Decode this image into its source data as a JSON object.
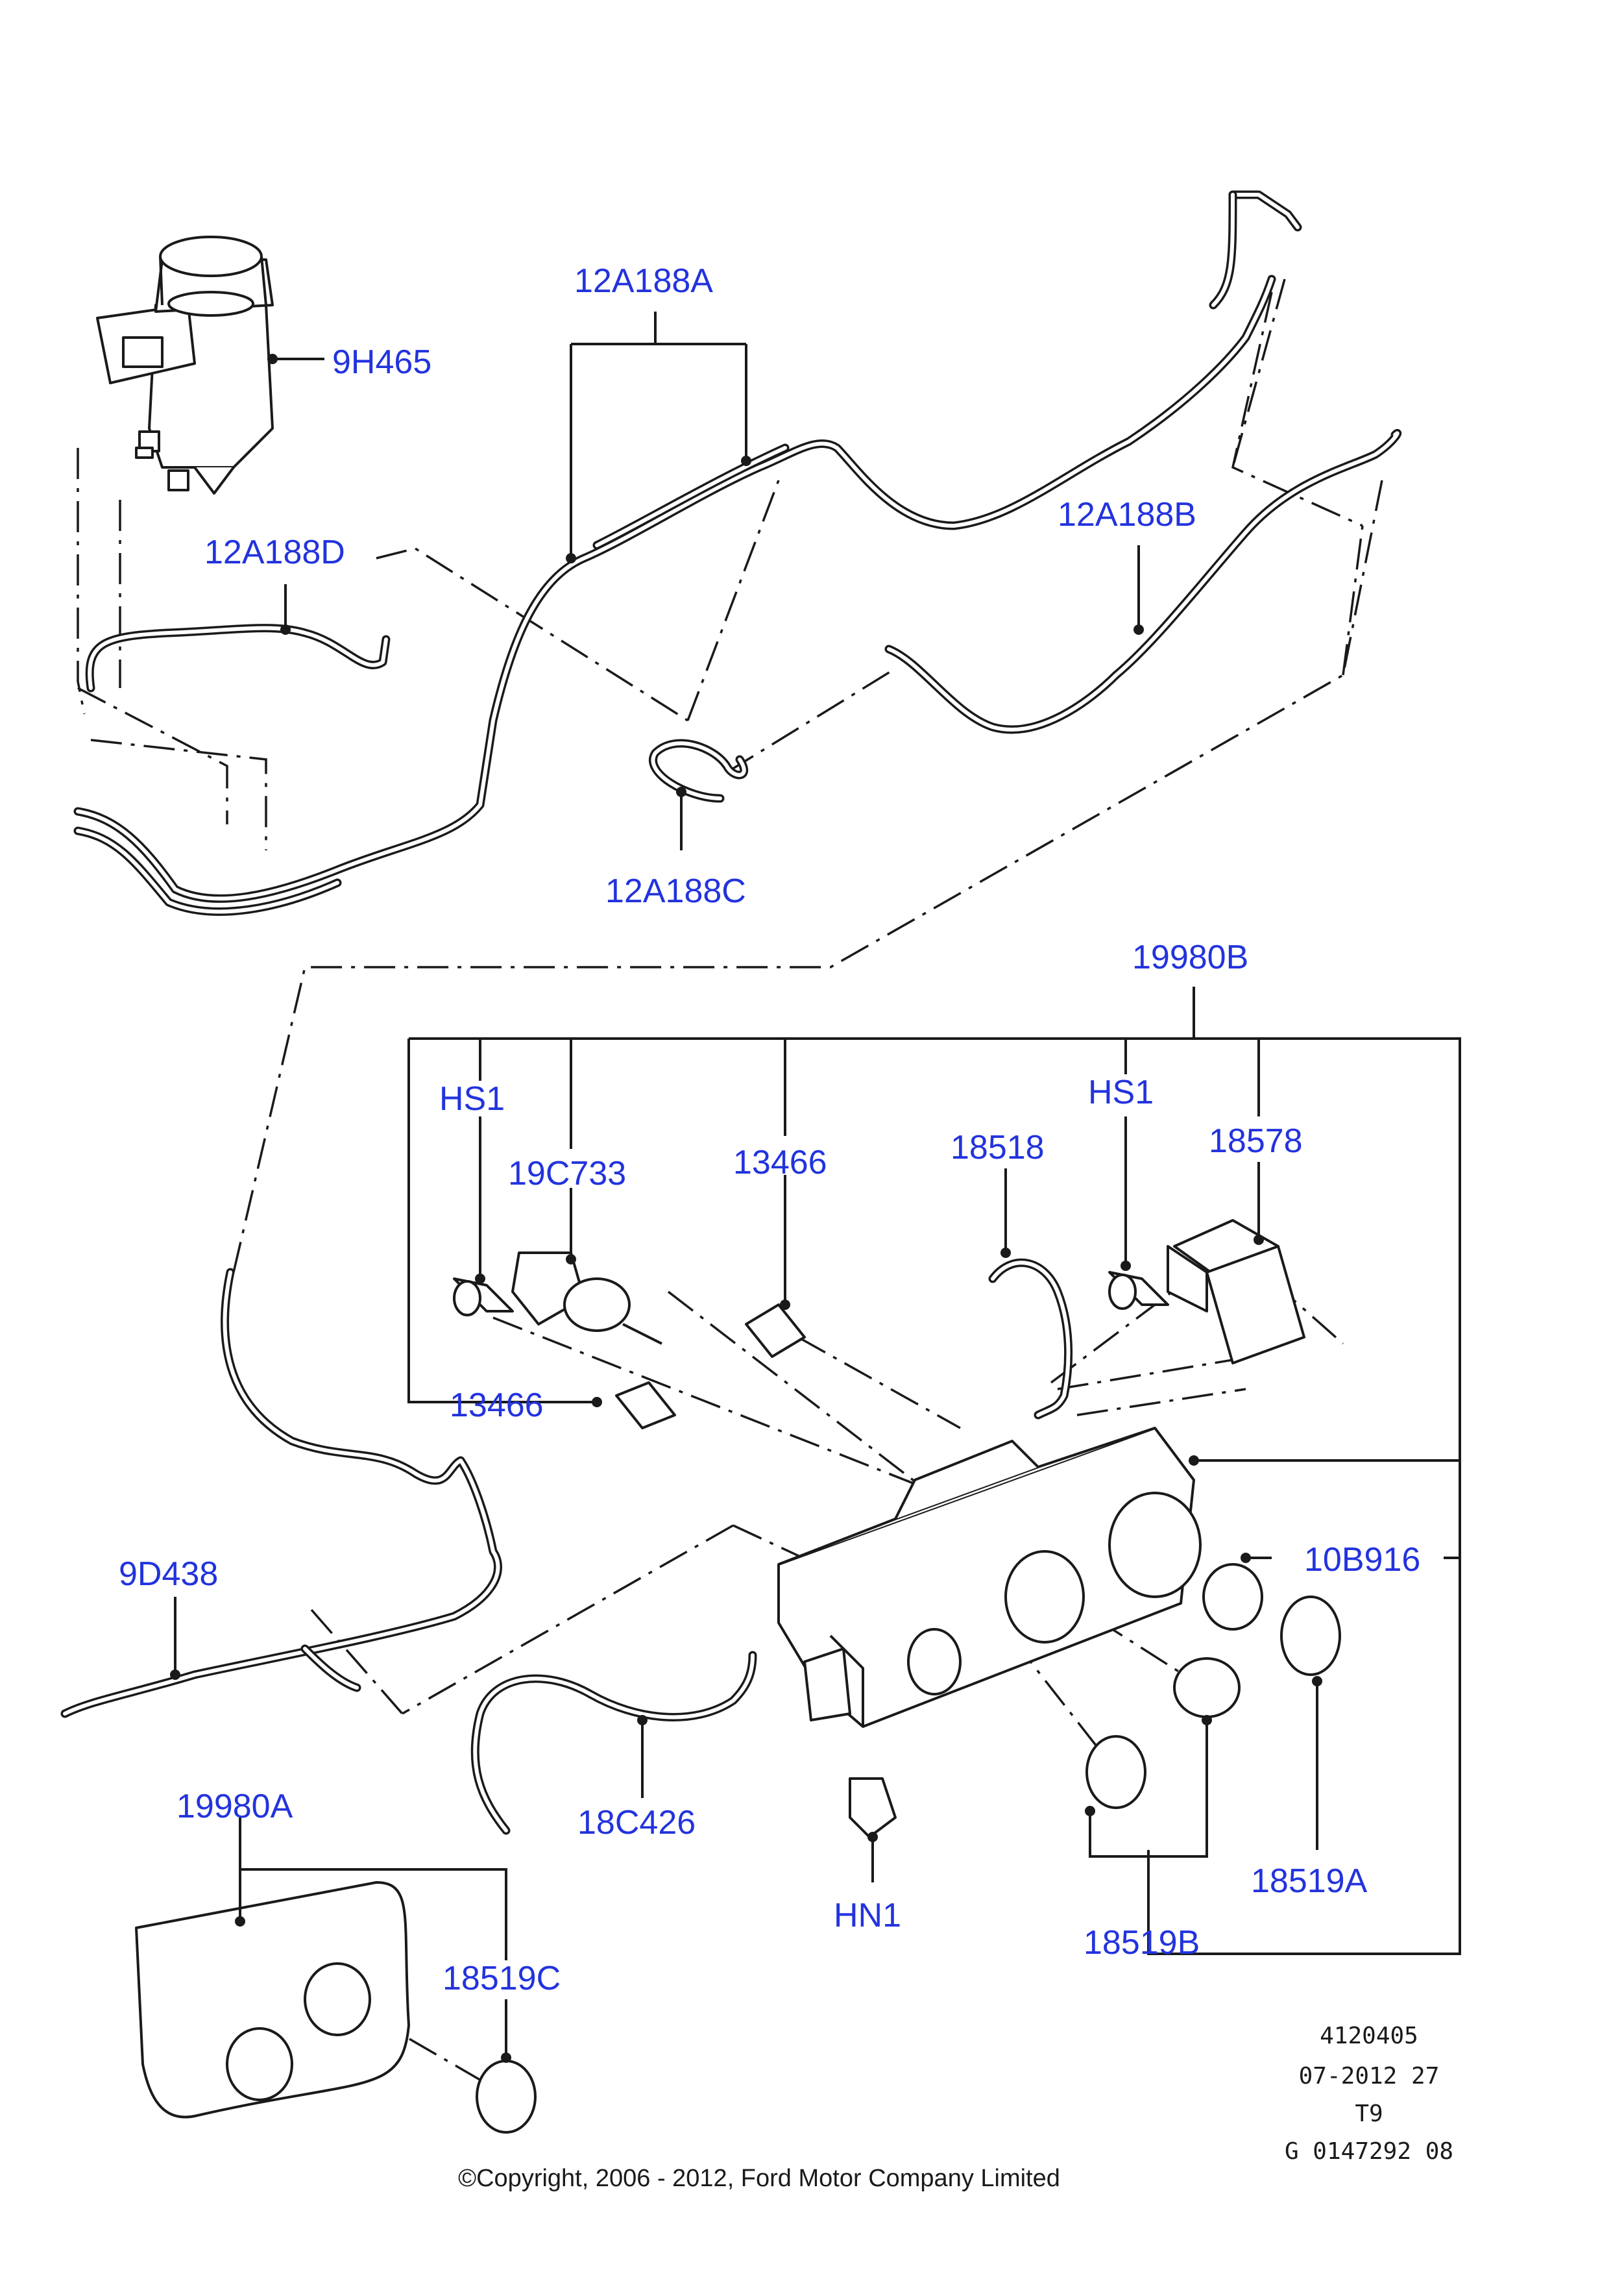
{
  "callouts": {
    "c_9h465": "9H465",
    "c_12a188a": "12A188A",
    "c_12a188b": "12A188B",
    "c_12a188c": "12A188C",
    "c_12a188d": "12A188D",
    "c_19980b": "19980B",
    "c_hs1_left": "HS1",
    "c_hs1_right": "HS1",
    "c_19c733": "19C733",
    "c_13466_top": "13466",
    "c_13466_left": "13466",
    "c_18518": "18518",
    "c_18578": "18578",
    "c_10b916": "10B916",
    "c_9d438": "9D438",
    "c_18c426": "18C426",
    "c_hn1": "HN1",
    "c_19980a": "19980A",
    "c_18519c": "18519C",
    "c_18519b": "18519B",
    "c_18519a": "18519A"
  },
  "meta": {
    "line1": "4120405",
    "line2": "07-2012 27",
    "line3": "T9",
    "line4": "G 0147292 08"
  },
  "copyright": "©Copyright, 2006 - 2012, Ford Motor Company Limited",
  "colors": {
    "callout": "#2233dd",
    "linework": "#1a1a1a",
    "background": "#ffffff"
  }
}
